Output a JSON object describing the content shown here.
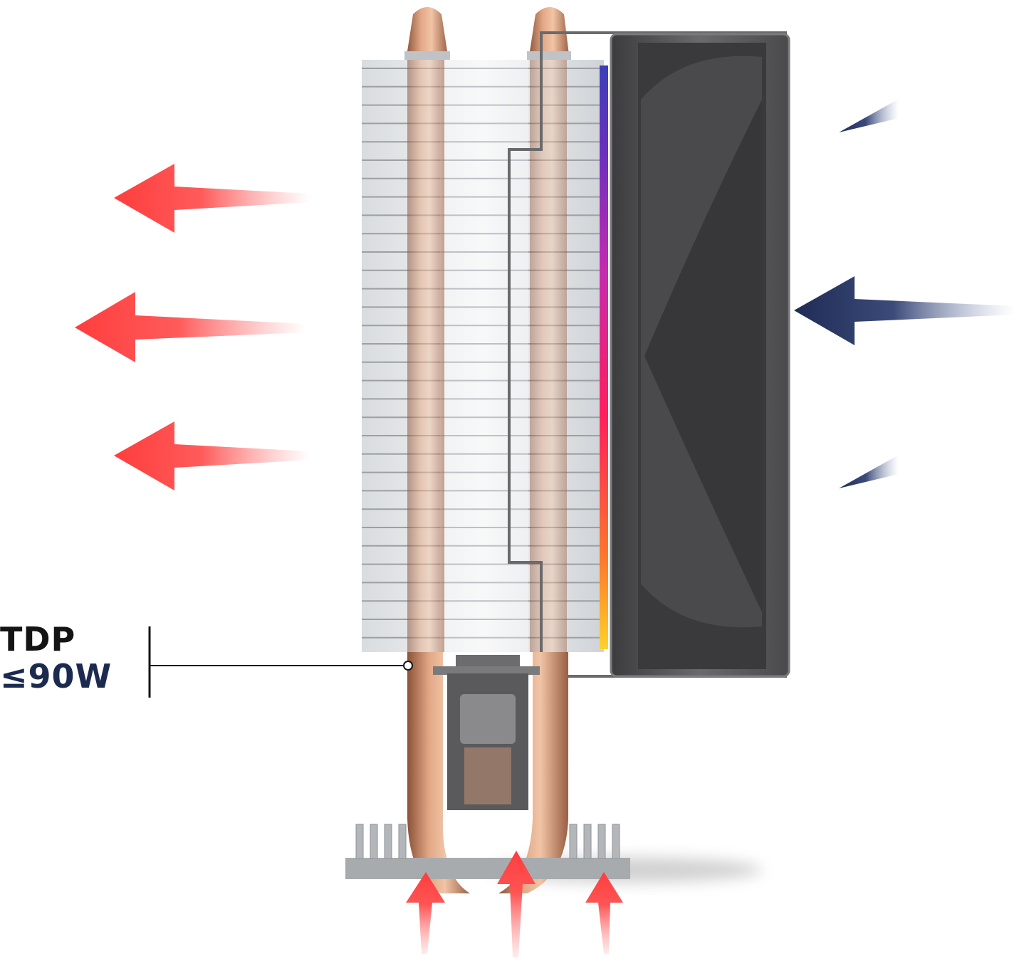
{
  "tdp": {
    "title": "TDP",
    "value": "≤90W"
  },
  "colors": {
    "hot_air": "#ff4a4a",
    "cool_air": "#1f2c56",
    "copper": "#c98a6a",
    "fins": "#e7e9ec",
    "fan_frame": "#5c5c5c",
    "label_dark": "#141414",
    "label_navy": "#1b2a4e"
  },
  "icons": {
    "hot_exhaust": "arrow-left-red",
    "cool_intake": "arrow-left-navy",
    "base_heat": "arrow-up-red"
  }
}
